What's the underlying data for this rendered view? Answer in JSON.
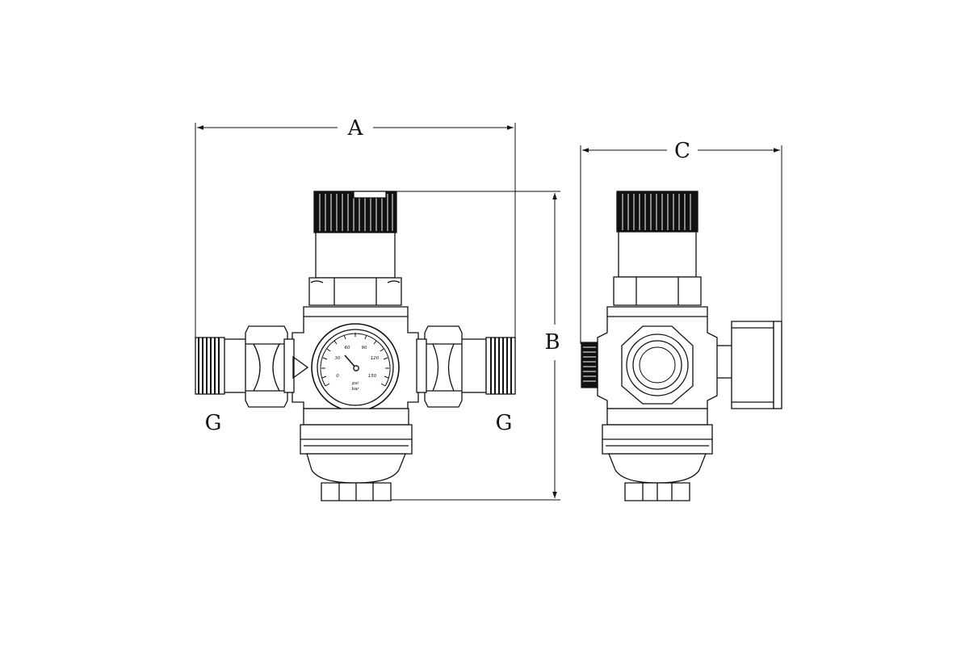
{
  "diagram": {
    "labels": {
      "dim_a": "A",
      "dim_b": "B",
      "dim_c": "C",
      "thread_left": "G",
      "thread_right": "G"
    },
    "gauge": {
      "scale_ticks": [
        "0",
        "30",
        "60",
        "90",
        "120",
        "150"
      ],
      "unit_psi": "psi",
      "unit_bar": "bar"
    }
  }
}
